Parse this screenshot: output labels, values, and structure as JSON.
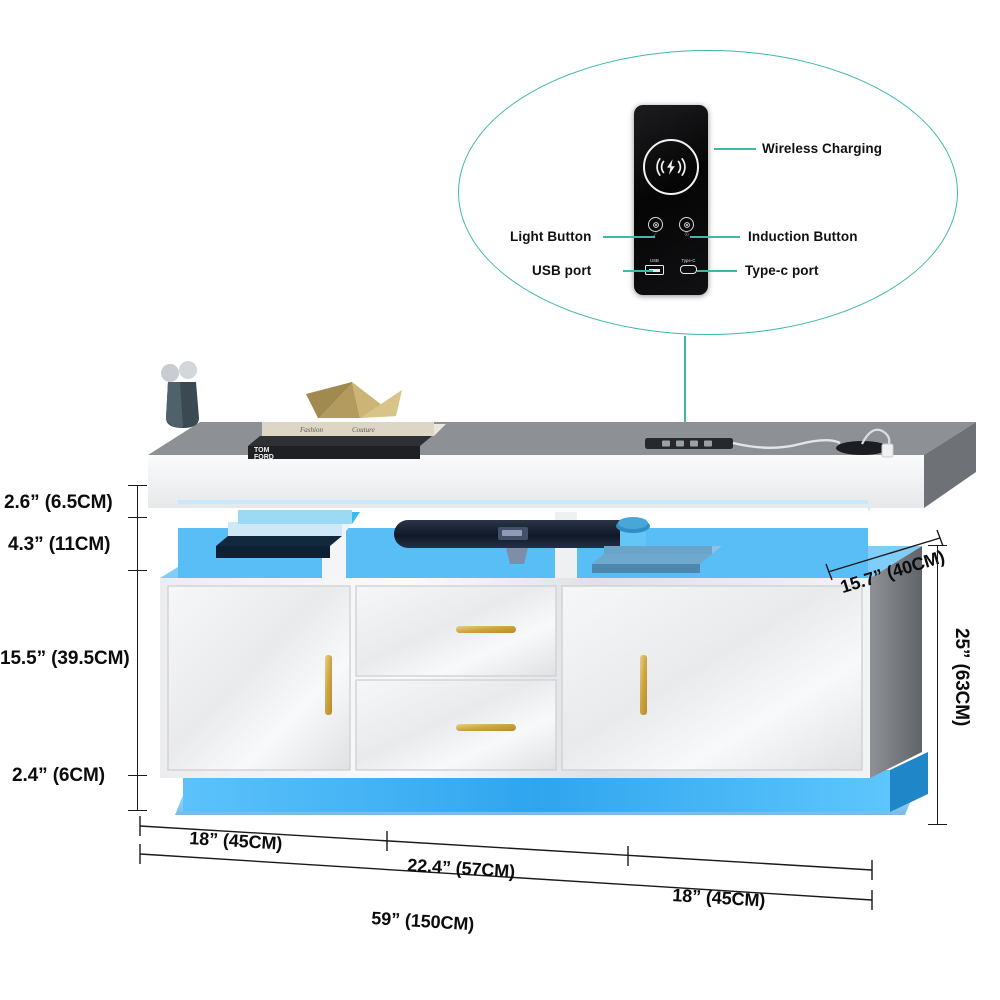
{
  "product": {
    "type": "LED TV stand / entertainment center infographic",
    "finish_color": "#f2f3f4",
    "led_color": "#2aa8f2",
    "handle_color": "#d4a94a"
  },
  "callout": {
    "shape": "ellipse",
    "accent_color": "#3fb8a8",
    "panel_color": "#0a0a0c",
    "labels": [
      {
        "id": "wireless-charging",
        "text": "Wireless Charging",
        "side": "right"
      },
      {
        "id": "light-button",
        "text": "Light Button",
        "side": "left"
      },
      {
        "id": "induction-button",
        "text": "Induction Button",
        "side": "right"
      },
      {
        "id": "usb-port",
        "text": "USB port",
        "side": "left"
      },
      {
        "id": "type-c-port",
        "text": "Type-c port",
        "side": "right"
      }
    ],
    "panel_icons": {
      "wireless_glyph": "wireless-charging-icon",
      "light_glyph": "light-bulb-icon",
      "induction_glyph": "induction-icon",
      "usb_label": "USB",
      "typec_label": "Type-C"
    }
  },
  "dimensions": {
    "left": [
      {
        "id": "top-panel-thickness",
        "text": "2.6” (6.5CM)"
      },
      {
        "id": "open-shelf-height",
        "text": "4.3” (11CM)"
      },
      {
        "id": "cabinet-height",
        "text": "15.5” (39.5CM)"
      },
      {
        "id": "base-height",
        "text": "2.4” (6CM)"
      }
    ],
    "right": [
      {
        "id": "depth",
        "text": "15.7” (40CM)"
      },
      {
        "id": "total-height",
        "text": "25” (63CM)"
      }
    ],
    "bottom": [
      {
        "id": "left-cabinet-width",
        "text": "18” (45CM)"
      },
      {
        "id": "center-drawer-width",
        "text": "22.4” (57CM)"
      },
      {
        "id": "right-cabinet-width",
        "text": "18” (45CM)"
      },
      {
        "id": "total-width",
        "text": "59” (150CM)"
      }
    ]
  },
  "scene_items": [
    {
      "id": "vase",
      "name": "dark-ceramic-vase"
    },
    {
      "id": "books-top",
      "name": "stacked-books"
    },
    {
      "id": "origami",
      "name": "gold-origami-crane"
    },
    {
      "id": "book-brand",
      "name": "TOM FORD"
    },
    {
      "id": "soundbar",
      "name": "black-soundbar"
    },
    {
      "id": "shelf-books",
      "name": "shelf-books"
    },
    {
      "id": "power-strip",
      "name": "power-strip"
    },
    {
      "id": "plant",
      "name": "small-plant"
    }
  ]
}
